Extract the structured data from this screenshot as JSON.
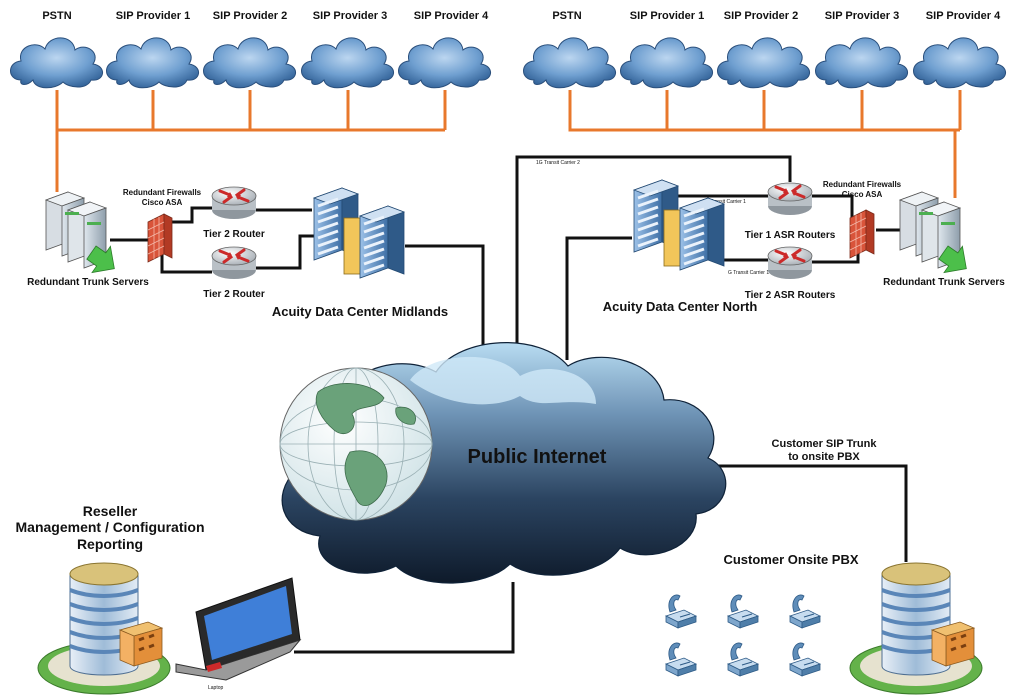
{
  "left_clouds": [
    "PSTN",
    "SIP Provider 1",
    "SIP Provider 2",
    "SIP Provider 3",
    "SIP Provider 4"
  ],
  "right_clouds": [
    "PSTN",
    "SIP Provider 1",
    "SIP Provider 2",
    "SIP Provider 3",
    "SIP Provider 4"
  ],
  "midlands": {
    "trunk_servers": "Redundant Trunk Servers",
    "firewalls_line1": "Redundant Firewalls",
    "firewalls_line2": "Cisco ASA",
    "router1": "Tier 2 Router",
    "router2": "Tier 2 Router",
    "datacenter": "Acuity Data Center Midlands"
  },
  "north": {
    "trunk_servers": "Redundant Trunk Servers",
    "firewalls_line1": "Redundant Firewalls",
    "firewalls_line2": "Cisco ASA",
    "router1": "Tier 1 ASR Routers",
    "router2": "Tier 2 ASR Routers",
    "datacenter": "Acuity Data Center North",
    "transit2": "1G Transit Carrier 2",
    "transit1": "1G Transit Carrier 1",
    "transit1b": "G Transit Carrier 1"
  },
  "internet": "Public Internet",
  "reseller": {
    "line1": "Reseller",
    "line2": "Management / Configuration",
    "line3": "Reporting",
    "laptop": "Laptop"
  },
  "customer": {
    "trunk_line1": "Customer SIP Trunk",
    "trunk_line2": "to onsite PBX",
    "pbx": "Customer Onsite PBX"
  },
  "colors": {
    "provider_link": "#e8782c",
    "cloud_blue": "#6f9fd0",
    "internet_dark": "#1f3550",
    "firewall": "#d9543a",
    "router_arrow": "#cc2a2a"
  }
}
